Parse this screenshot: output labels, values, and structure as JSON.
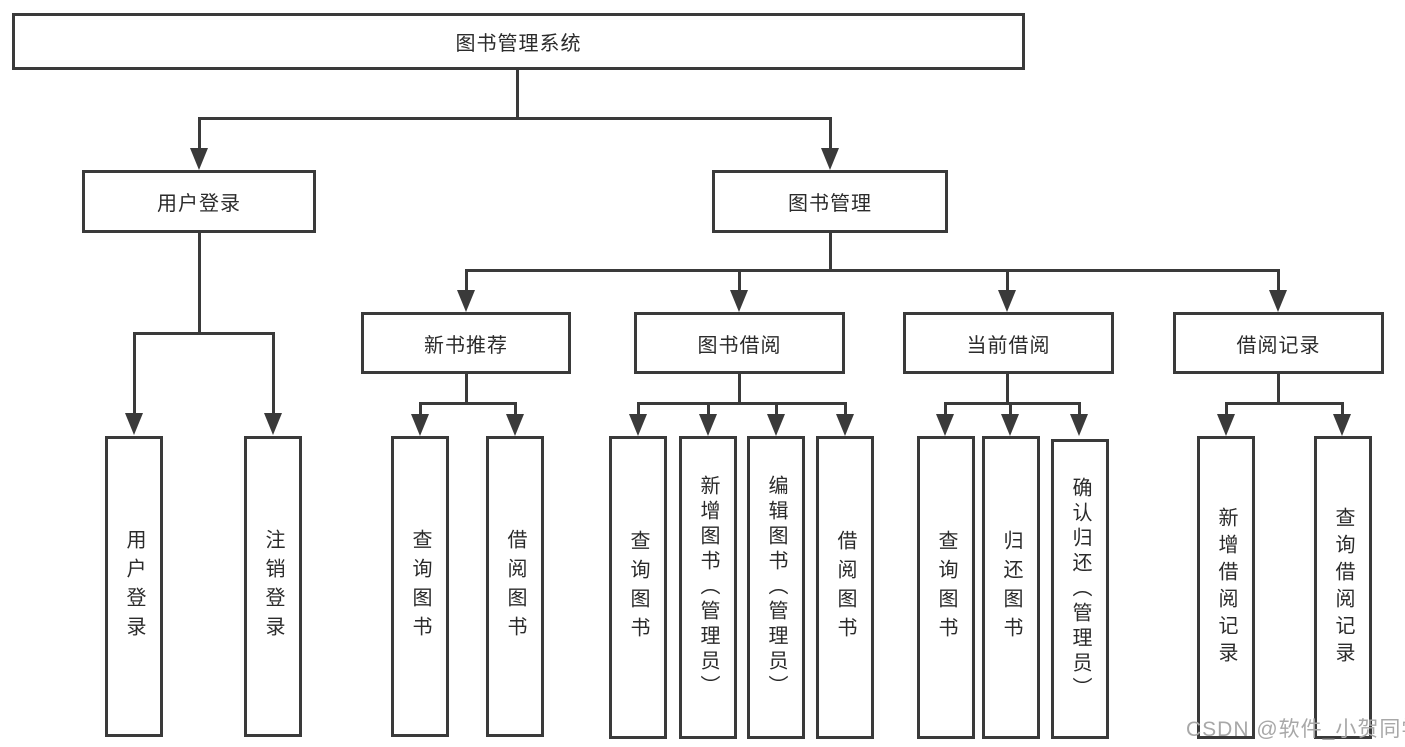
{
  "nodes": {
    "root": {
      "label": "图书管理系统"
    },
    "user_login": {
      "label": "用户登录"
    },
    "book_mgmt": {
      "label": "图书管理"
    },
    "new_book_rec": {
      "label": "新书推荐"
    },
    "book_borrow": {
      "label": "图书借阅"
    },
    "current_borrow": {
      "label": "当前借阅"
    },
    "borrow_record": {
      "label": "借阅记录"
    },
    "leaf_user_login": {
      "label": "用户登录"
    },
    "leaf_logout": {
      "label": "注销登录"
    },
    "leaf_query_book_1": {
      "label": "查询图书"
    },
    "leaf_borrow_book_1": {
      "label": "借阅图书"
    },
    "leaf_query_book_2": {
      "label": "查询图书"
    },
    "leaf_add_book": {
      "label": "新增图书（管理员）"
    },
    "leaf_edit_book": {
      "label": "编辑图书（管理员）"
    },
    "leaf_borrow_book_2": {
      "label": "借阅图书"
    },
    "leaf_query_book_3": {
      "label": "查询图书"
    },
    "leaf_return_book": {
      "label": "归还图书"
    },
    "leaf_confirm_return": {
      "label": "确认归还（管理员）"
    },
    "leaf_add_record": {
      "label": "新增借阅记录"
    },
    "leaf_query_record": {
      "label": "查询借阅记录"
    }
  },
  "watermark": {
    "text": "CSDN @软件_小贺同学"
  },
  "colors": {
    "line": "#3a3a3a",
    "text": "#2b2b2b",
    "watermark": "#a8a8a8",
    "background": "#ffffff"
  }
}
